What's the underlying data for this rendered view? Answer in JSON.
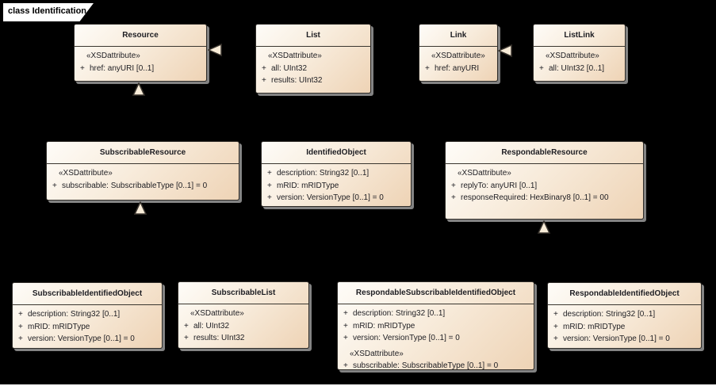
{
  "diagram": {
    "frame_label": "class Identification"
  },
  "colors": {
    "canvas_bg": "#000000",
    "class_fill_light": "#fefcf8",
    "class_fill_dark": "#eed3b5",
    "class_border": "#2f2c28",
    "class_shadow": "#919191",
    "text": "#1d1d22",
    "frame_label_bg": "#ffffff",
    "frame_label_border": "#000000",
    "bottom_line": "#fbfbfb"
  },
  "classes": [
    {
      "id": "resource",
      "name": "Resource",
      "rows": [
        {
          "kind": "stereotype",
          "text": "«XSDattribute»"
        },
        {
          "kind": "attr",
          "vis": "+",
          "text": "href: anyURI [0..1]"
        }
      ]
    },
    {
      "id": "list",
      "name": "List",
      "rows": [
        {
          "kind": "stereotype",
          "text": "«XSDattribute»"
        },
        {
          "kind": "attr",
          "vis": "+",
          "text": "all: UInt32"
        },
        {
          "kind": "attr",
          "vis": "+",
          "text": "results: UInt32"
        }
      ]
    },
    {
      "id": "link",
      "name": "Link",
      "rows": [
        {
          "kind": "stereotype",
          "text": "«XSDattribute»"
        },
        {
          "kind": "attr",
          "vis": "+",
          "text": "href: anyURI"
        }
      ]
    },
    {
      "id": "listlink",
      "name": "ListLink",
      "rows": [
        {
          "kind": "stereotype",
          "text": "«XSDattribute»"
        },
        {
          "kind": "attr",
          "vis": "+",
          "text": "all: UInt32 [0..1]"
        }
      ]
    },
    {
      "id": "subscribableResource",
      "name": "SubscribableResource",
      "rows": [
        {
          "kind": "stereotype",
          "text": "«XSDattribute»"
        },
        {
          "kind": "attr",
          "vis": "+",
          "text": "subscribable: SubscribableType [0..1] = 0"
        }
      ]
    },
    {
      "id": "identifiedObject",
      "name": "IdentifiedObject",
      "rows": [
        {
          "kind": "attr",
          "vis": "+",
          "text": "description: String32 [0..1]"
        },
        {
          "kind": "attr",
          "vis": "+",
          "text": "mRID: mRIDType"
        },
        {
          "kind": "attr",
          "vis": "+",
          "text": "version: VersionType [0..1] = 0"
        }
      ]
    },
    {
      "id": "respondableResource",
      "name": "RespondableResource",
      "rows": [
        {
          "kind": "stereotype",
          "text": "«XSDattribute»"
        },
        {
          "kind": "attr",
          "vis": "+",
          "text": "replyTo: anyURI [0..1]"
        },
        {
          "kind": "attr",
          "vis": "+",
          "text": "responseRequired: HexBinary8 [0..1] = 00"
        }
      ]
    },
    {
      "id": "subscribableIdentifiedObject",
      "name": "SubscribableIdentifiedObject",
      "rows": [
        {
          "kind": "attr",
          "vis": "+",
          "text": "description: String32 [0..1]"
        },
        {
          "kind": "attr",
          "vis": "+",
          "text": "mRID: mRIDType"
        },
        {
          "kind": "attr",
          "vis": "+",
          "text": "version: VersionType [0..1] = 0"
        }
      ]
    },
    {
      "id": "subscribableList",
      "name": "SubscribableList",
      "rows": [
        {
          "kind": "stereotype",
          "text": "«XSDattribute»"
        },
        {
          "kind": "attr",
          "vis": "+",
          "text": "all: UInt32"
        },
        {
          "kind": "attr",
          "vis": "+",
          "text": "results: UInt32"
        }
      ]
    },
    {
      "id": "respondableSubscribableIdentifiedObject",
      "name": "RespondableSubscribableIdentifiedObject",
      "rows": [
        {
          "kind": "attr",
          "vis": "+",
          "text": "description: String32 [0..1]"
        },
        {
          "kind": "attr",
          "vis": "+",
          "text": "mRID: mRIDType"
        },
        {
          "kind": "attr",
          "vis": "+",
          "text": "version: VersionType [0..1] = 0"
        },
        {
          "kind": "stereotype",
          "gap": true,
          "text": "«XSDattribute»"
        },
        {
          "kind": "attr",
          "vis": "+",
          "text": "subscribable: SubscribableType [0..1] = 0"
        }
      ]
    },
    {
      "id": "respondableIdentifiedObject",
      "name": "RespondableIdentifiedObject",
      "rows": [
        {
          "kind": "attr",
          "vis": "+",
          "text": "description: String32 [0..1]"
        },
        {
          "kind": "attr",
          "vis": "+",
          "text": "mRID: mRIDType"
        },
        {
          "kind": "attr",
          "vis": "+",
          "text": "version: VersionType [0..1] = 0"
        }
      ]
    }
  ],
  "connectors": [
    {
      "type": "generalization",
      "from": "List",
      "to": "Resource",
      "arrowhead": "hollow-triangle-left"
    },
    {
      "type": "generalization",
      "from": "SubscribableResource",
      "to": "Resource",
      "arrowhead": "hollow-triangle-up"
    },
    {
      "type": "generalization",
      "from": "ListLink",
      "to": "Link",
      "arrowhead": "hollow-triangle-left"
    },
    {
      "type": "generalization",
      "from": "SubscribableIdentifiedObject / SubscribableList",
      "to": "SubscribableResource",
      "arrowhead": "hollow-triangle-up"
    },
    {
      "type": "generalization",
      "from": "RespondableSubscribableIdentifiedObject / RespondableIdentifiedObject",
      "to": "RespondableResource",
      "arrowhead": "hollow-triangle-up"
    }
  ]
}
